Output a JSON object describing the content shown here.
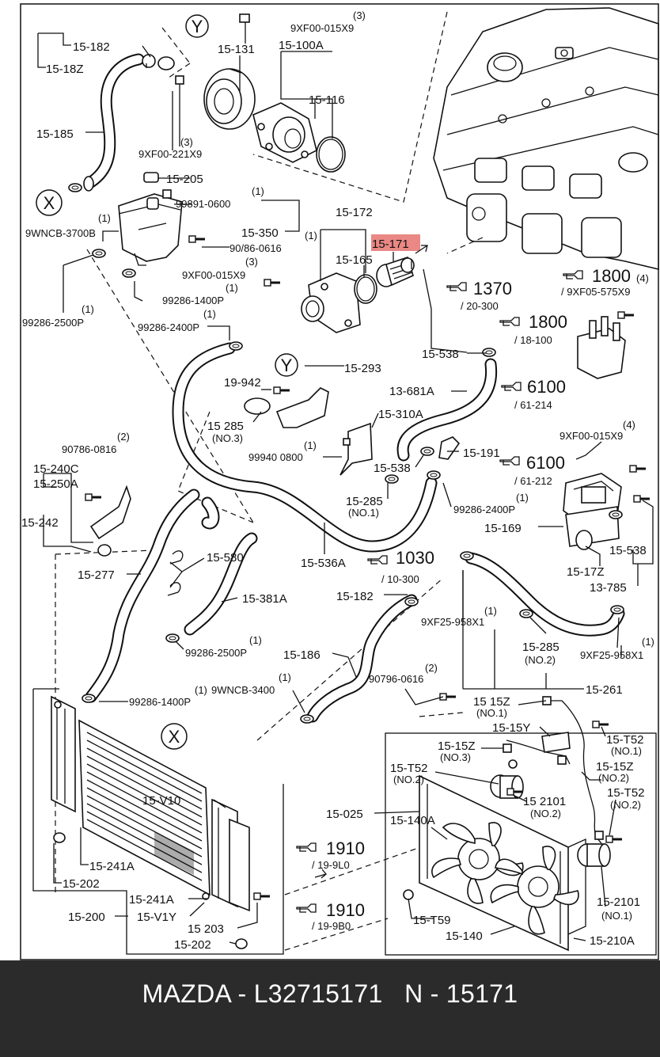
{
  "footer": {
    "text": "MAZDA - L32715171   N - 15171"
  },
  "highlight_color": "#e5736f",
  "circle_markers": {
    "y_top": "Y",
    "x_left": "X",
    "y_mid": "Y",
    "x_bottom": "X"
  },
  "labels": {
    "p15_182_top": "15-182",
    "p15_18z": "15-18Z",
    "p15_185": "15-185",
    "p15_131": "15-131",
    "p15_100a": "15-100A",
    "p9xf00_015x9_top": "9XF00-015X9",
    "q3_top": "(3)",
    "p15_116": "15-116",
    "p9xf00_221x9": "9XF00-221X9",
    "q3_221": "(3)",
    "p15_205": "15-205",
    "p99891_0600": "99891-0600",
    "q1_99891": "(1)",
    "p15_350": "15-350",
    "p9wncb_3700b": "9WNCB-3700B",
    "q1_tank": "(1)",
    "p90786_0616_mid": "90/86-0616",
    "q1_90786_mid": "(1)",
    "p9xf00_015x9_mid": "9XF00-015X9",
    "q3_mid": "(3)",
    "p99286_1400p_top": "99286-1400P",
    "q1_1400p_top": "(1)",
    "p99286_2500p_left": "99286-2500P",
    "q1_2500p_left": "(1)",
    "p15_172": "15-172",
    "p15_171": "15-171",
    "p15_165": "15-165",
    "ref1370": "1370",
    "ref1370_sub": "/ 20-300",
    "ref1800a": "1800",
    "q4_1800": "(4)",
    "p9xf05_575x9": "/ 9XF05-575X9",
    "ref1800b": "1800",
    "ref1800b_sub": "/ 18-100",
    "p99286_2400p_mid": "99286-2400P",
    "q1_2400p_mid": "(1)",
    "p15_538_a": "15-538",
    "p19_942": "19-942",
    "p15_293": "15-293",
    "p13_681a": "13-681A",
    "ref6100a": "6100",
    "ref6100a_sub": "/ 61-214",
    "p15_285_no3": "15 285",
    "no3": "(NO.3)",
    "p15_310a": "15-310A",
    "p99940_0800": "99940 0800",
    "q1_99940": "(1)",
    "p15_538_b": "15-538",
    "p15_191": "15-191",
    "p9xf00_015x9_right": "9XF00-015X9",
    "q4_right": "(4)",
    "ref6100b": "6100",
    "ref6100b_sub": "/ 61-212",
    "p90786_0816": "90786-0816",
    "q2_0816": "(2)",
    "p15_240c": "15-240C",
    "p15_250a": "15-250A",
    "p15_242": "15-242",
    "p15_285_no1": "15-285",
    "no1": "(NO.1)",
    "p99286_2400p_right": "99286-2400P",
    "q1_2400p_right": "(1)",
    "p15_169": "15-169",
    "p15_580": "15-580",
    "p15_277": "15-277",
    "p15_381a": "15-381A",
    "p15_536a": "15-536A",
    "ref1030": "1030",
    "ref1030_sub": "/ 10-300",
    "p15_17z": "15-17Z",
    "p15_538_c": "15-538",
    "p13_785": "13-785",
    "p15_182_mid": "15-182",
    "p9xf25_958x1_a": "9XF25-958X1",
    "q1_958_a": "(1)",
    "p99286_2500p_mid": "99286-2500P",
    "q1_2500p_mid": "(1)",
    "p15_186": "15-186",
    "p15_285_no2": "15-285",
    "no2": "(NO.2)",
    "p9xf25_958x1_b": "9XF25-958X1",
    "q1_958_b": "(1)",
    "p90796_0616": "90796-0616",
    "q2_0616": "(2)",
    "p15_261": "15-261",
    "p99286_1400p_low": "99286-1400P",
    "q1_1400p_low": "(1)",
    "p9wncb_3400": "9WNCB-3400",
    "q1_3400": "(1)",
    "p15_15z_no1": "15 15Z",
    "no1_b": "(NO.1)",
    "p15_15y": "15-15Y",
    "p15_t52_no1": "15-T52",
    "no1_c": "(NO.1)",
    "p15_15z_no3": "15-15Z",
    "no3_b": "(NO.3)",
    "p15_15z_no2": "15-15Z",
    "no2_b": "(NO.2)",
    "p15_t52_no2_left": "15-T52",
    "no2_c": "(NO.2)",
    "p15_2101_no2": "15 2101",
    "no2_d": "(NO.2)",
    "p15_t52_no2_right": "15-T52",
    "no2_e": "(NO.2)",
    "p15_v10": "15-V10",
    "ref1910a": "1910",
    "ref1910a_sub": "/ 19-9L0",
    "p15_025": "15-025",
    "p15_140a": "15-140A",
    "p15_241a_a": "15-241A",
    "p15_202_a": "15-202",
    "p15_2101_no1": "15-2101",
    "no1_d": "(NO.1)",
    "p15_241a_b": "15-241A",
    "p15_200": "15-200",
    "p15_v1y": "15-V1Y",
    "ref1910b": "1910",
    "ref1910b_sub": "/ 19-9B0",
    "p15_203": "15 203",
    "p15_202_b": "15-202",
    "p15_t59": "15-T59",
    "p15_140": "15-140",
    "p15_210a": "15-210A"
  }
}
